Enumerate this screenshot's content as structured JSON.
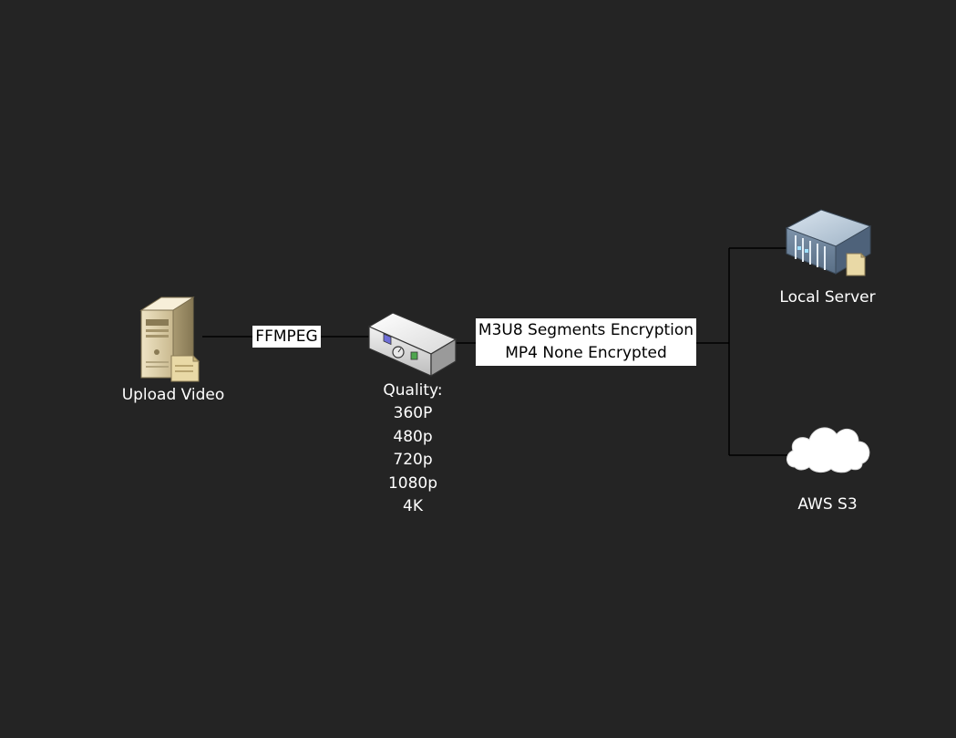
{
  "nodes": {
    "upload": {
      "label": "Upload Video",
      "icon": "file-server-icon"
    },
    "encoder": {
      "label": "Quality:",
      "icon": "video-encoder-icon"
    },
    "local_server": {
      "label": "Local Server",
      "icon": "rack-server-icon"
    },
    "aws": {
      "label": "AWS S3",
      "icon": "cloud-icon"
    }
  },
  "edges": {
    "ffmpeg": {
      "label": "FFMPEG"
    },
    "output": {
      "line1": "M3U8 Segments Encryption",
      "line2": "MP4 None Encrypted"
    }
  },
  "qualities": [
    "360P",
    "480p",
    "720p",
    "1080p",
    "4K"
  ],
  "colors": {
    "background": "#242424",
    "text": "#ffffff",
    "label_box": "#ffffff",
    "connector": "#000000"
  }
}
